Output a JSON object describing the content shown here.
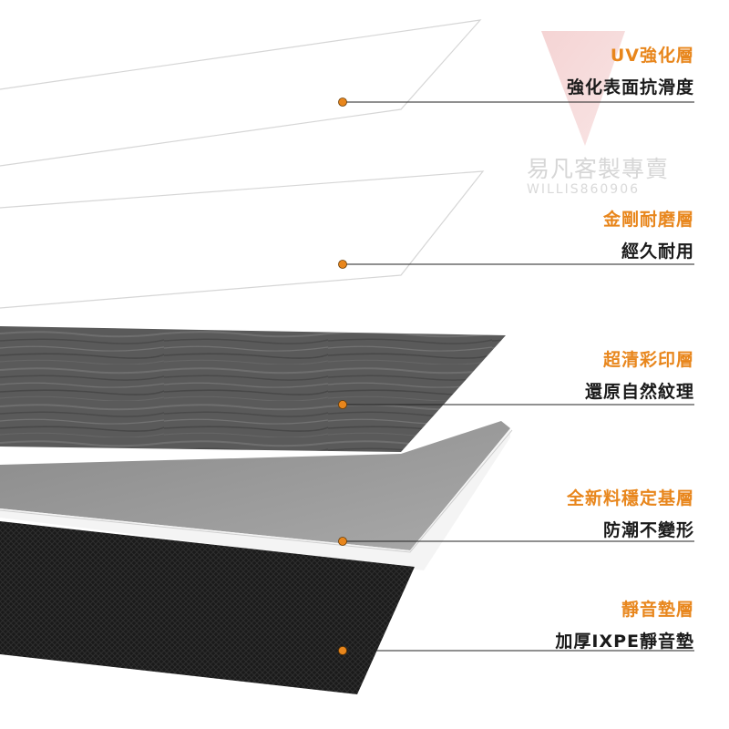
{
  "accent_color": "#e8861c",
  "watermark": {
    "name": "易凡客製專賣",
    "id": "WILLIS860906"
  },
  "layers": [
    {
      "title": "UV強化層",
      "desc": "強化表面抗滑度"
    },
    {
      "title": "金剛耐磨層",
      "desc": "經久耐用"
    },
    {
      "title": "超清彩印層",
      "desc": "還原自然紋理"
    },
    {
      "title": "全新料穩定基層",
      "desc": "防潮不變形"
    },
    {
      "title": "靜音墊層",
      "desc": "加厚IXPE靜音墊"
    }
  ]
}
